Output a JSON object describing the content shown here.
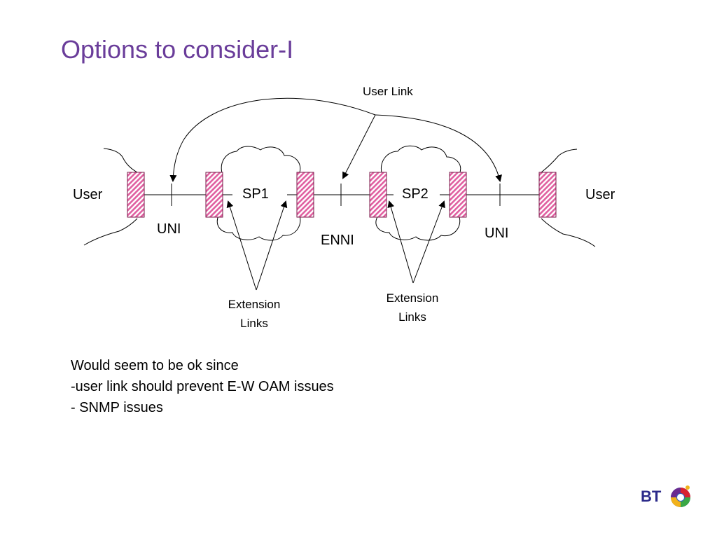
{
  "title": "Options to consider-I",
  "diagram": {
    "user_link_label": "User Link",
    "user_left_label": "User",
    "user_right_label": "User",
    "sp1_label": "SP1",
    "sp2_label": "SP2",
    "uni_left_label": "UNI",
    "uni_right_label": "UNI",
    "enni_label": "ENNI",
    "extension_links_left": [
      "Extension",
      "Links"
    ],
    "extension_links_right": [
      "Extension",
      "Links"
    ],
    "port_fill_color": "#e05fa0",
    "port_stroke_color": "#7a1a4a"
  },
  "notes": {
    "lines": [
      "Would seem to be ok since",
      "-user link should prevent E-W OAM issues",
      "- SNMP issues"
    ]
  },
  "logo": {
    "text": "BT",
    "name": "bt-logo"
  }
}
